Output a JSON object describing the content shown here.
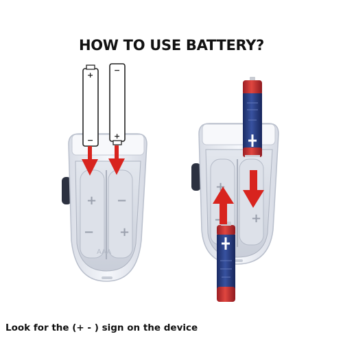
{
  "heading": "HOW TO USE BATTERY?",
  "footer": "Look for the (+ - ) sign on the device",
  "device_marks": {
    "plus": "+",
    "minus": "−",
    "aaa": "AAA"
  },
  "colors": {
    "arrow_red": "#d8241e",
    "device_shell": "#eef1f6",
    "battery_blue": "#23397a",
    "battery_red": "#c0272d"
  }
}
